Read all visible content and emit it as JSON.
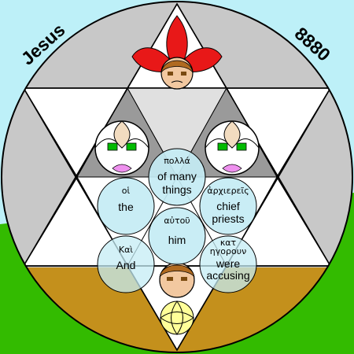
{
  "diagram": {
    "title_left": "Jesus",
    "title_right": "8880",
    "colors": {
      "sky": "#bdf0f8",
      "grass": "#33bb00",
      "disc_gray": "#c8c8c8",
      "earth": "#c4901c",
      "word_circle": "#c4ecf4",
      "red_petals": "#e81818",
      "pink_petals": "#ee90ee",
      "yellow_petals": "#ffff99",
      "face_green": "#00bb00"
    },
    "words": [
      {
        "id": "polla",
        "greek": "πολλά",
        "english": [
          "of many",
          "things"
        ]
      },
      {
        "id": "hoi",
        "greek": "οἱ",
        "english": [
          "the"
        ]
      },
      {
        "id": "archiereis",
        "greek": "ἀρχιερεῖς",
        "english": [
          "chief",
          "priests"
        ]
      },
      {
        "id": "autou",
        "greek": "αὐτοῦ",
        "english": [
          "him"
        ]
      },
      {
        "id": "kai",
        "greek": "Καὶ",
        "english": [
          "And"
        ]
      },
      {
        "id": "kategoroun",
        "greek": "κατ ηγορουν",
        "greek_lines": [
          "κατ",
          "ηγορουν"
        ],
        "english": [
          "were",
          "accusing"
        ]
      }
    ]
  }
}
